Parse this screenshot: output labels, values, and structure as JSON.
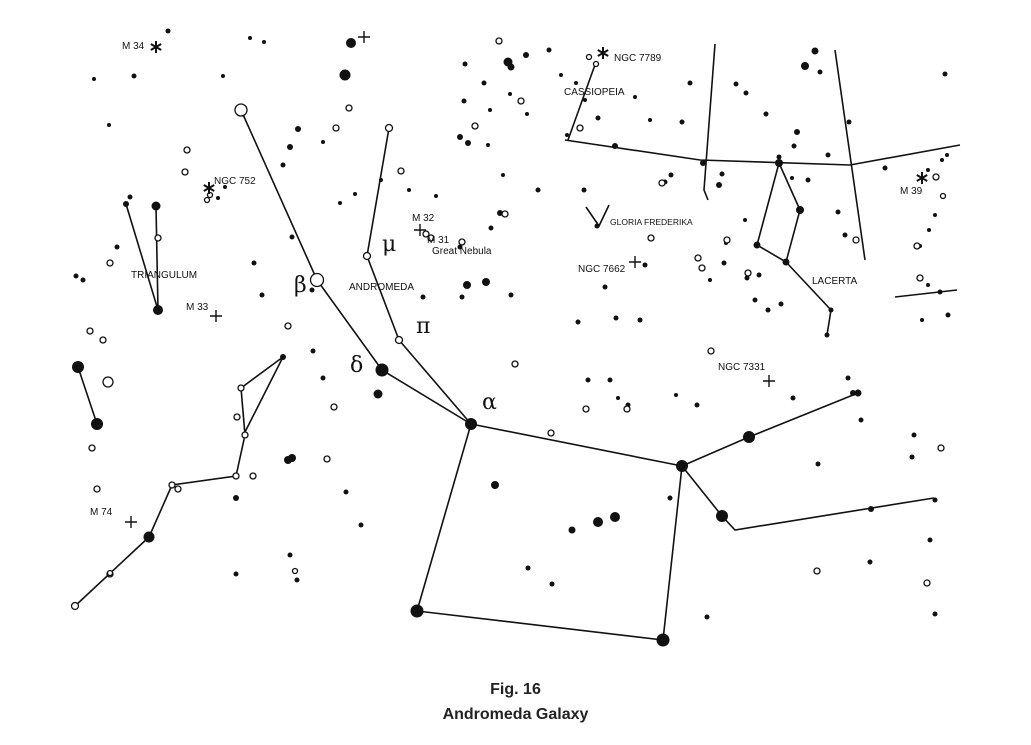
{
  "figure": {
    "number": "Fig. 16",
    "title": "Andromeda Galaxy"
  },
  "labels": {
    "m34": "M 34",
    "ngc7789": "NGC 7789",
    "cassiopeia": "CASSIOPEIA",
    "ngc752": "NGC 752",
    "m32": "M 32",
    "m31": "M 31",
    "great_nebula": "Great Nebula",
    "gloria_frederika": "GLORIA FREDERIKA",
    "m39": "M 39",
    "triangulum": "TRIANGULUM",
    "beta": "β",
    "mu": "μ",
    "andromeda": "ANDROMEDA",
    "ngc7662": "NGC 7662",
    "lacerta": "LACERTA",
    "m33": "M 33",
    "pi": "π",
    "delta": "δ",
    "ngc7331": "NGC 7331",
    "alpha": "α",
    "m74": "M 74"
  }
}
